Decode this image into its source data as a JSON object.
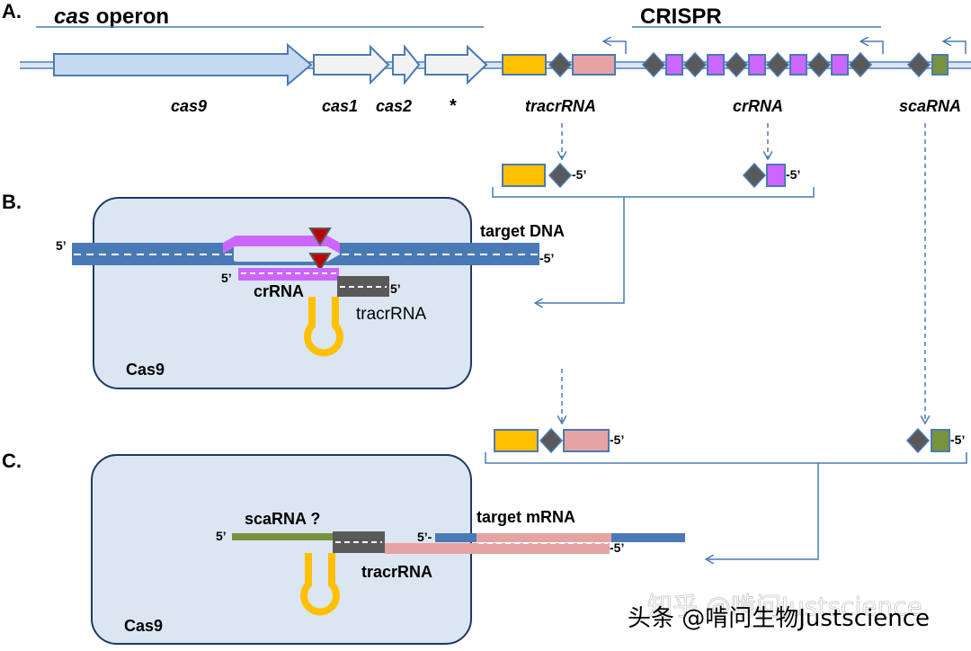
{
  "panels": {
    "a": "A.",
    "b": "B.",
    "c": "C."
  },
  "header": {
    "operon_italic": "cas",
    "operon_rest": " operon",
    "crispr": "CRISPR"
  },
  "genes": {
    "cas9": "cas9",
    "cas1": "cas1",
    "cas2": "cas2",
    "unknown": "*",
    "tracrRNA": "tracrRNA",
    "crRNA": "crRNA",
    "scaRNA": "scaRNA"
  },
  "ends": {
    "five_prime": "5’",
    "five_prime_dash": "-5’",
    "five_prime_lead": "5’-"
  },
  "panel_b": {
    "target": "target DNA",
    "crRNA": "crRNA",
    "tracrRNA": "tracrRNA",
    "protein": "Cas9"
  },
  "panel_c": {
    "scaRNA": "scaRNA ?",
    "target": "target mRNA",
    "tracrRNA": "tracrRNA",
    "protein": "Cas9"
  },
  "watermark": {
    "back": "知乎 @啃问Justscience",
    "front": "头条 @啃问生物Justscience"
  },
  "colors": {
    "dna": "#4a7ab5",
    "cas9_fill": "#c5d9f1",
    "gene_fill": "#f2f2f2",
    "tracr_yellow": "#ffc000",
    "repeat_gray": "#595959",
    "crRNA_purple": "#cc66ff",
    "spacer_pink": "#e6a3a3",
    "sca_green": "#77933c",
    "cas9_box": "#dce6f2",
    "cut_red": "#c00000"
  }
}
